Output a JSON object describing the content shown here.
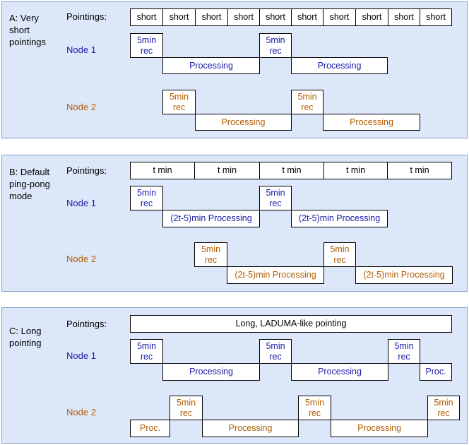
{
  "panels": [
    {
      "id": "A",
      "label": "A: Very\nshort\npointings",
      "pointings_label": "Pointings:",
      "pointings": [
        "short",
        "short",
        "short",
        "short",
        "short",
        "short",
        "short",
        "short",
        "short",
        "short"
      ],
      "node1": {
        "label": "Node 1",
        "blocks": [
          {
            "text": "5min\nrec"
          },
          {
            "text": "Processing"
          },
          {
            "text": "5min\nrec"
          },
          {
            "text": "Processing"
          }
        ]
      },
      "node2": {
        "label": "Node 2",
        "blocks": [
          {
            "text": "5min\nrec"
          },
          {
            "text": "Processing"
          },
          {
            "text": "5min\nrec"
          },
          {
            "text": "Processing"
          }
        ]
      }
    },
    {
      "id": "B",
      "label": "B: Default\nping-pong\nmode",
      "pointings_label": "Pointings:",
      "pointings": [
        "t min",
        "t min",
        "t min",
        "t min",
        "t min"
      ],
      "node1": {
        "label": "Node 1",
        "blocks": [
          {
            "text": "5min\nrec"
          },
          {
            "text": "(2t-5)min Processing"
          },
          {
            "text": "5min\nrec"
          },
          {
            "text": "(2t-5)min Processing"
          }
        ]
      },
      "node2": {
        "label": "Node 2",
        "blocks": [
          {
            "text": "5min\nrec"
          },
          {
            "text": "(2t-5)min Processing"
          },
          {
            "text": "5min\nrec"
          },
          {
            "text": "(2t-5)min Processing"
          }
        ]
      }
    },
    {
      "id": "C",
      "label": "C: Long\npointing",
      "pointings_label": "Pointings:",
      "pointings": [
        "Long, LADUMA-like pointing"
      ],
      "node1": {
        "label": "Node 1",
        "blocks": [
          {
            "text": "5min\nrec"
          },
          {
            "text": "Processing"
          },
          {
            "text": "5min\nrec"
          },
          {
            "text": "Processing"
          },
          {
            "text": "5min\nrec"
          },
          {
            "text": "Proc."
          }
        ]
      },
      "node2": {
        "label": "Node 2",
        "blocks": [
          {
            "text": "Proc."
          },
          {
            "text": "5min\nrec"
          },
          {
            "text": "Processing"
          },
          {
            "text": "5min\nrec"
          },
          {
            "text": "Processing"
          },
          {
            "text": "5min\nrec"
          }
        ]
      }
    }
  ]
}
